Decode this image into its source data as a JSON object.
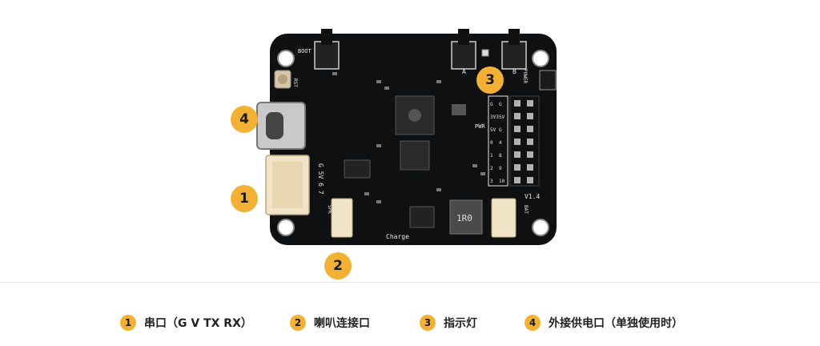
{
  "board": {
    "silkscreen": {
      "boot": "BOOT",
      "rst": "RST",
      "a": "A",
      "b": "B",
      "power": "POWER",
      "pwr": "PWR",
      "uart": "G 5V 6 7",
      "spk": "SPK",
      "bat": "BAT",
      "charge": "Charge",
      "version": "V1.4",
      "inductor": "1R0",
      "header_cols": [
        "G",
        "3V3",
        "5V",
        "0",
        "1",
        "2",
        "3"
      ],
      "header_cols2": [
        "G",
        "5V",
        "G",
        "4",
        "8",
        "9",
        "10"
      ]
    },
    "colors": {
      "pcb": "#0f1012",
      "silk": "#e8e8e8",
      "connector": "#f1e4c6",
      "badge": "#f2b135"
    }
  },
  "callouts": [
    {
      "id": "callout-1",
      "num": "1"
    },
    {
      "id": "callout-2",
      "num": "2"
    },
    {
      "id": "callout-3",
      "num": "3"
    },
    {
      "id": "callout-4",
      "num": "4"
    }
  ],
  "legend": [
    {
      "num": "1",
      "label": "串口（G V TX RX）"
    },
    {
      "num": "2",
      "label": "喇叭连接口"
    },
    {
      "num": "3",
      "label": "指示灯"
    },
    {
      "num": "4",
      "label": "外接供电口（单独使用时）"
    }
  ]
}
